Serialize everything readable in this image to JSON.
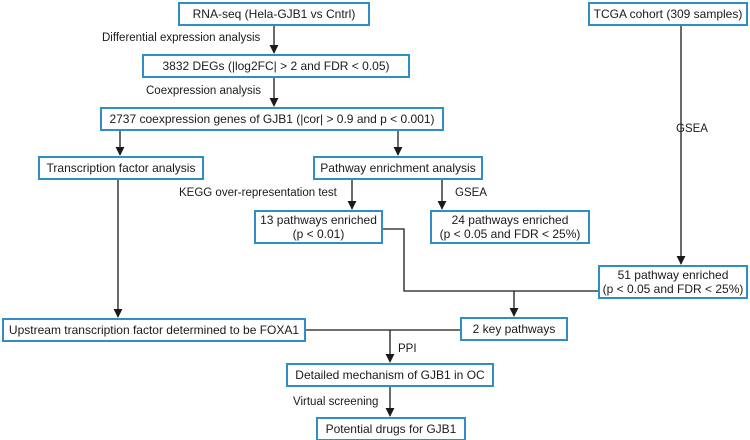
{
  "boxes": {
    "rnaseq": "RNA-seq (Hela-GJB1 vs Cntrl)",
    "tcga": "TCGA cohort (309 samples)",
    "degs": "3832 DEGs (|log2FC| > 2 and FDR < 0.05)",
    "coexpr": "2737 coexpression genes of GJB1 (|cor| > 0.9 and p < 0.001)",
    "tf_analysis": "Transcription factor analysis",
    "pathway_analysis": "Pathway enrichment analysis",
    "kegg13": {
      "line1": "13 pathways enriched",
      "line2": "(p < 0.01)"
    },
    "gsea24": {
      "line1": "24 pathways enriched",
      "line2": "(p < 0.05 and FDR < 25%)"
    },
    "gsea51": {
      "line1": "51 pathway enriched",
      "line2": "(p < 0.05 and FDR < 25%)"
    },
    "foxa1": "Upstream transcription factor determined to be FOXA1",
    "key_pathways": "2 key pathways",
    "mechanism": "Detailed mechanism of GJB1 in OC",
    "drugs": "Potential drugs for GJB1"
  },
  "edge_labels": {
    "diff_expr": "Differential expression analysis",
    "coexpr_analysis": "Coexpression analysis",
    "gsea_tcga": "GSEA",
    "kegg_ora": "KEGG over-representation test",
    "gsea_pathway": "GSEA",
    "ppi": "PPI",
    "virtual_screening": "Virtual screening"
  },
  "colors": {
    "box_border": "#2f8fc4",
    "line": "#1a1a1a"
  }
}
